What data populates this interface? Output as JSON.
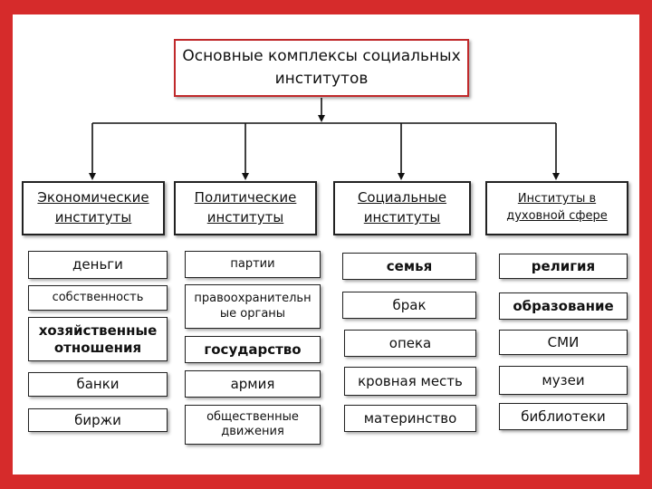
{
  "title": "Основные комплексы социальных институтов",
  "categories": [
    {
      "label": "Экономические институты",
      "items": [
        {
          "text": "деньги",
          "bold": false
        },
        {
          "text": "собственность",
          "bold": false
        },
        {
          "text": "хозяйственные отношения",
          "bold": true
        },
        {
          "text": "банки",
          "bold": false
        },
        {
          "text": "биржи",
          "bold": false
        }
      ]
    },
    {
      "label": "Политические институты",
      "items": [
        {
          "text": "партии",
          "bold": false
        },
        {
          "text": "правоохранительные органы",
          "bold": false
        },
        {
          "text": "государство",
          "bold": true
        },
        {
          "text": "армия",
          "bold": false
        },
        {
          "text": "общественные движения",
          "bold": false
        }
      ]
    },
    {
      "label": "Социальные институты",
      "items": [
        {
          "text": "семья",
          "bold": true
        },
        {
          "text": "брак",
          "bold": false
        },
        {
          "text": "опека",
          "bold": false
        },
        {
          "text": "кровная месть",
          "bold": false
        },
        {
          "text": "материнство",
          "bold": false
        }
      ]
    },
    {
      "label": "Институты в духовной сфере",
      "items": [
        {
          "text": "религия",
          "bold": true
        },
        {
          "text": "образование",
          "bold": true
        },
        {
          "text": "СМИ",
          "bold": false
        },
        {
          "text": "музеи",
          "bold": false
        },
        {
          "text": "библиотеки",
          "bold": false
        }
      ]
    }
  ],
  "colors": {
    "frame": "#d62b2b",
    "title_border": "#c0292b"
  }
}
